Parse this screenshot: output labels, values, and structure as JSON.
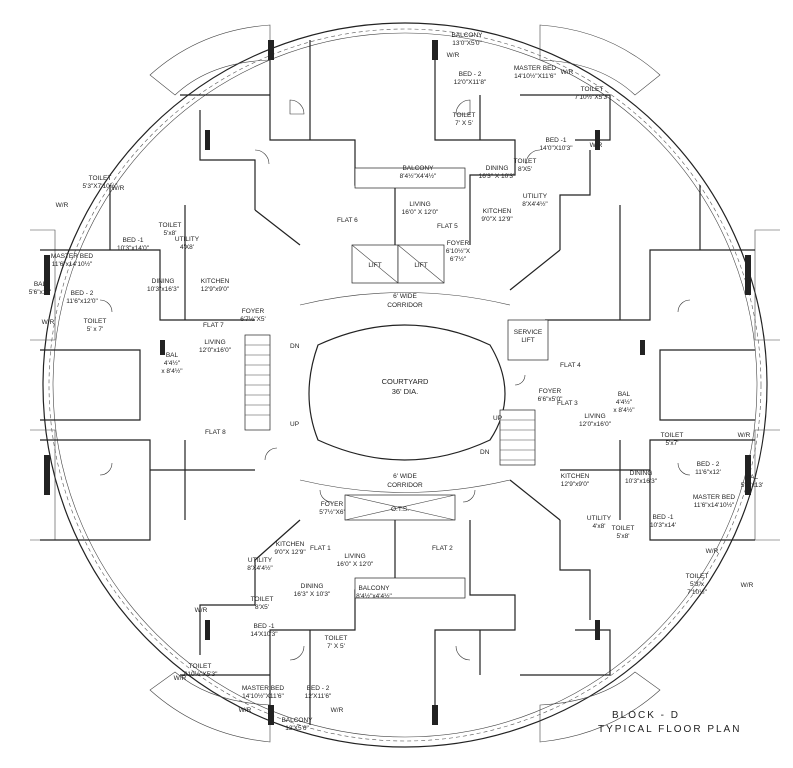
{
  "title": {
    "line1": "BLOCK  -  D",
    "line2": "TYPICAL FLOOR PLAN"
  },
  "core": {
    "courtyard": [
      "COURTYARD",
      "36' DIA."
    ],
    "corridor_top": [
      "6' WIDE",
      "CORRIDOR"
    ],
    "corridor_bottom": [
      "6' WIDE",
      "CORRIDOR"
    ],
    "lift": "LIFT",
    "service_lift": [
      "SERVICE",
      "LIFT"
    ],
    "ots": "O.T.S.",
    "up": "UP",
    "dn": "DN"
  },
  "flat_tags": [
    "FLAT 1",
    "FLAT 2",
    "FLAT 3",
    "FLAT 4",
    "FLAT 5",
    "FLAT 6",
    "FLAT 7",
    "FLAT 8"
  ],
  "room_labels": [
    {
      "id": "t-bal-top",
      "lines": [
        "BALCONY",
        "13'0\"X5'0\""
      ]
    },
    {
      "id": "t-wr-1",
      "lines": [
        "W/R"
      ]
    },
    {
      "id": "t-bed2-top",
      "lines": [
        "BED - 2",
        "12'0\"X11'8\""
      ]
    },
    {
      "id": "t-master-top",
      "lines": [
        "MASTER BED",
        "14'10½\"X11'6\""
      ]
    },
    {
      "id": "t-wr-2",
      "lines": [
        "W/R"
      ]
    },
    {
      "id": "t-toilet-top-r",
      "lines": [
        "TOILET",
        "7'10½\"X5'3\""
      ]
    },
    {
      "id": "t-toilet-top",
      "lines": [
        "TOILET",
        "7' X 5'"
      ]
    },
    {
      "id": "t-bed1-top",
      "lines": [
        "BED -1",
        "14'0\"X10'3\""
      ]
    },
    {
      "id": "t-wr-3",
      "lines": [
        "W/R"
      ]
    },
    {
      "id": "t-toilet-85",
      "lines": [
        "TOILET",
        "8'X5'"
      ]
    },
    {
      "id": "t-balcony-c",
      "lines": [
        "BALCONY",
        "8'4½\"X4'4½\""
      ]
    },
    {
      "id": "t-dining-5",
      "lines": [
        "DINING",
        "16'3\" X 10'3\""
      ]
    },
    {
      "id": "t-utility-5",
      "lines": [
        "UTILITY",
        "8'X4'4½\""
      ]
    },
    {
      "id": "t-living-5",
      "lines": [
        "LIVING",
        "16'0\" X 12'0\""
      ]
    },
    {
      "id": "t-kitchen-5",
      "lines": [
        "KITCHEN",
        "9'0\"X 12'9\""
      ]
    },
    {
      "id": "t-foyer-5",
      "lines": [
        "FOYER",
        "6'10½\"X",
        "6'7½\""
      ]
    },
    {
      "id": "t-toilet-l1",
      "lines": [
        "TOILET",
        "5'3\"X7'10½\""
      ]
    },
    {
      "id": "t-wr-4",
      "lines": [
        "W/R"
      ]
    },
    {
      "id": "t-wr-5",
      "lines": [
        "W/R"
      ]
    },
    {
      "id": "t-toilet-58",
      "lines": [
        "TOILET",
        "5'x8'"
      ]
    },
    {
      "id": "t-bed1-l",
      "lines": [
        "BED -1",
        "10'3\"x14'0\""
      ]
    },
    {
      "id": "t-utility-l",
      "lines": [
        "UTILITY",
        "4'X8'"
      ]
    },
    {
      "id": "t-master-l",
      "lines": [
        "MASTER BED",
        "11'6\"x14'10½\""
      ]
    },
    {
      "id": "t-dining-l",
      "lines": [
        "DINING",
        "10'3\"x16'3\""
      ]
    },
    {
      "id": "t-kitchen-l",
      "lines": [
        "KITCHEN",
        "12'9\"x9'0\""
      ]
    },
    {
      "id": "t-bal-l",
      "lines": [
        "BAL",
        "5'6\"x13'"
      ]
    },
    {
      "id": "t-bed2-l",
      "lines": [
        "BED - 2",
        "11'6\"x12'0\""
      ]
    },
    {
      "id": "t-toilet-l2",
      "lines": [
        "TOILET",
        "5' x 7'"
      ]
    },
    {
      "id": "t-wr-6",
      "lines": [
        "W/R"
      ]
    },
    {
      "id": "t-foyer-7",
      "lines": [
        "FOYER",
        "6'7½\"X5'"
      ]
    },
    {
      "id": "t-living-7",
      "lines": [
        "LIVING",
        "12'0\"x16'0\""
      ]
    },
    {
      "id": "t-bal-7",
      "lines": [
        "BAL",
        "4'4½\"",
        "x 8'4½\""
      ]
    },
    {
      "id": "t-foyer-3",
      "lines": [
        "FOYER",
        "6'6\"x5'0\""
      ]
    },
    {
      "id": "t-bal-3",
      "lines": [
        "BAL",
        "4'4½\"",
        "x 8'4½\""
      ]
    },
    {
      "id": "t-living-3",
      "lines": [
        "LIVING",
        "12'0\"x16'0\""
      ]
    },
    {
      "id": "t-toilet-r1",
      "lines": [
        "TOILET",
        "5'x7'"
      ]
    },
    {
      "id": "t-wr-7",
      "lines": [
        "W/R"
      ]
    },
    {
      "id": "t-bed2-r",
      "lines": [
        "BED - 2",
        "11'6\"x12'"
      ]
    },
    {
      "id": "t-bal-r",
      "lines": [
        "BAL",
        "5'6\"x13'"
      ]
    },
    {
      "id": "t-kitchen-r",
      "lines": [
        "KITCHEN",
        "12'9\"x9'0\""
      ]
    },
    {
      "id": "t-dining-r",
      "lines": [
        "DINING",
        "10'3\"x16'3\""
      ]
    },
    {
      "id": "t-master-r",
      "lines": [
        "MASTER BED",
        "11'6\"x14'10½\""
      ]
    },
    {
      "id": "t-utility-r",
      "lines": [
        "UTILITY",
        "4'x8'"
      ]
    },
    {
      "id": "t-bed1-r",
      "lines": [
        "BED -1",
        "10'3\"x14'"
      ]
    },
    {
      "id": "t-toilet-r2",
      "lines": [
        "TOILET",
        "5'x8'"
      ]
    },
    {
      "id": "t-wr-8",
      "lines": [
        "W/R"
      ]
    },
    {
      "id": "t-toilet-r3",
      "lines": [
        "TOILET",
        "5'3\"x",
        "7'10½\""
      ]
    },
    {
      "id": "t-wr-9",
      "lines": [
        "W/R"
      ]
    },
    {
      "id": "t-foyer-1",
      "lines": [
        "FOYER",
        "5'7½\"X6'"
      ]
    },
    {
      "id": "t-kitchen-1",
      "lines": [
        "KITCHEN",
        "9'0\"X 12'9\""
      ]
    },
    {
      "id": "t-living-1",
      "lines": [
        "LIVING",
        "16'0\" X 12'0\""
      ]
    },
    {
      "id": "t-utility-1",
      "lines": [
        "UTILITY",
        "8'X4'4½\""
      ]
    },
    {
      "id": "t-dining-1",
      "lines": [
        "DINING",
        "16'3\" X 10'3\""
      ]
    },
    {
      "id": "t-toilet-85b",
      "lines": [
        "TOILET",
        "8'X5'"
      ]
    },
    {
      "id": "t-balcony-b",
      "lines": [
        "BALCONY",
        "8'4½\"x4'4½\""
      ]
    },
    {
      "id": "t-wr-10",
      "lines": [
        "W/R"
      ]
    },
    {
      "id": "t-bed1-b",
      "lines": [
        "BED -1",
        "14'X10'3\""
      ]
    },
    {
      "id": "t-toilet-b",
      "lines": [
        "TOILET",
        "7' X 5'"
      ]
    },
    {
      "id": "t-toilet-b2",
      "lines": [
        "TOILET",
        "7'10½\"X5'3\""
      ]
    },
    {
      "id": "t-wr-11",
      "lines": [
        "W/R"
      ]
    },
    {
      "id": "t-master-b",
      "lines": [
        "MASTER BED",
        "14'10½\"X11'6\""
      ]
    },
    {
      "id": "t-bed2-b",
      "lines": [
        "BED - 2",
        "12'X11'6\""
      ]
    },
    {
      "id": "t-wr-12",
      "lines": [
        "W/R"
      ]
    },
    {
      "id": "t-bal-b",
      "lines": [
        "BALCONY",
        "13'X5'6\""
      ]
    },
    {
      "id": "t-wr-13",
      "lines": [
        "W/R"
      ]
    }
  ]
}
